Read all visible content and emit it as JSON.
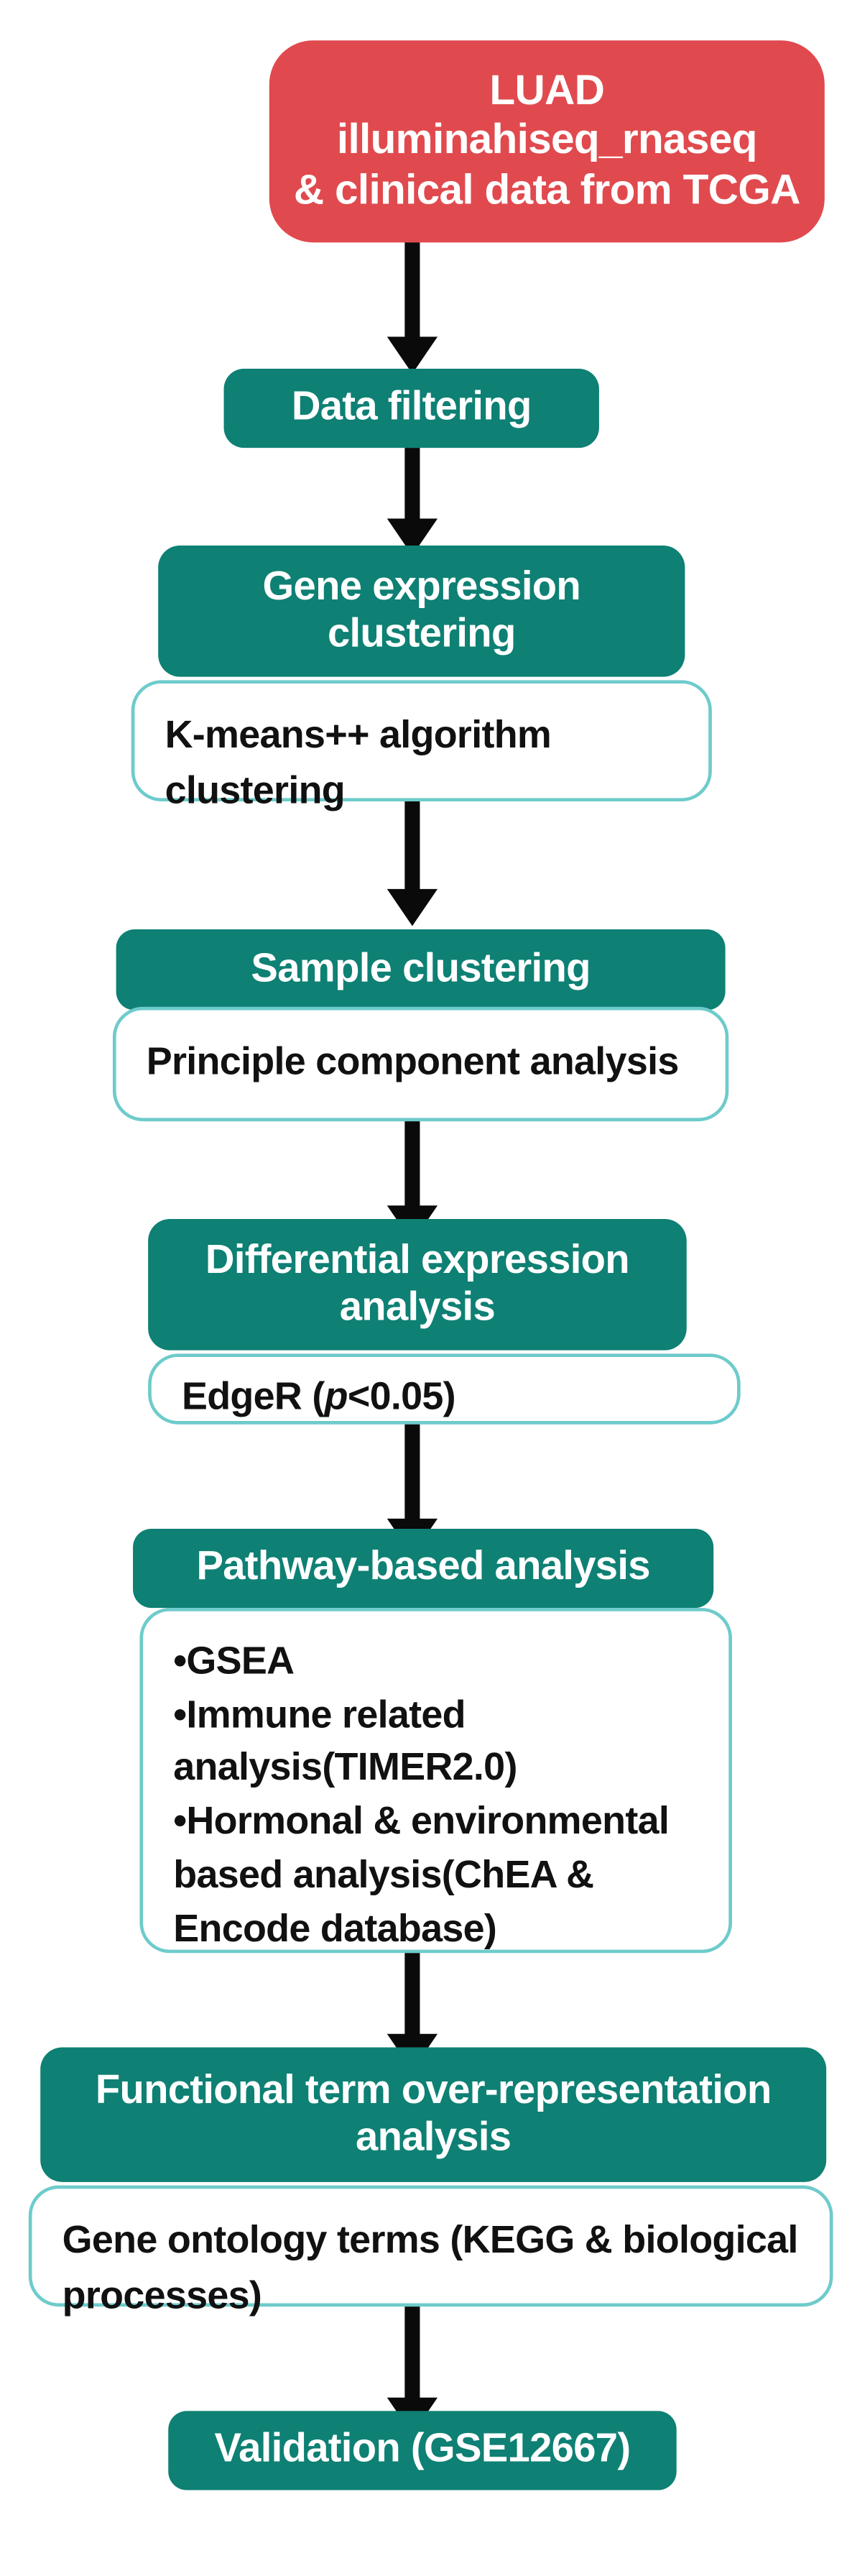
{
  "diagram": {
    "title": "LUAD transcriptomic analysis workflow",
    "colors": {
      "source_box": "#e04a4e",
      "process_box": "#0e8074",
      "detail_box_border": "#6ecbcb",
      "detail_box_fill": "#ffffff",
      "arrow": "#0a0a0a",
      "head_text": "#ffffff",
      "detail_text": "#111111"
    },
    "nodes": [
      {
        "id": "source",
        "kind": "source",
        "label": "LUAD illuminahiseq_rnaseq & clinical data from TCGA",
        "line1": "LUAD illuminahiseq_rnaseq",
        "line2": "& clinical data from TCGA"
      },
      {
        "id": "data-filtering",
        "kind": "process",
        "label": "Data filtering"
      },
      {
        "id": "gene-expression-clustering",
        "kind": "process",
        "label": "Gene expression clustering",
        "line1": "Gene expression",
        "line2": "clustering",
        "detail": "K-means++ algorithm clustering"
      },
      {
        "id": "sample-clustering",
        "kind": "process",
        "label": "Sample clustering",
        "detail": "Principle component analysis"
      },
      {
        "id": "differential-expression-analysis",
        "kind": "process",
        "label": "Differential expression analysis",
        "line1": "Differential expression",
        "line2": "analysis",
        "detail_prefix": "EdgeR (",
        "detail_italic": "p",
        "detail_suffix": "<0.05)"
      },
      {
        "id": "pathway-based-analysis",
        "kind": "process",
        "label": "Pathway-based analysis",
        "detail_bullets": [
          "•GSEA",
          "•Immune related analysis(TIMER2.0)",
          "•Hormonal & environmental based analysis(ChEA & Encode database)"
        ]
      },
      {
        "id": "functional-term-over-representation-analysis",
        "kind": "process",
        "label": "Functional term over-representation analysis",
        "line1": "Functional term over-representation",
        "line2": "analysis",
        "detail": "Gene ontology terms (KEGG & biological processes)"
      },
      {
        "id": "validation",
        "kind": "process",
        "label": "Validation (GSE12667)"
      }
    ]
  }
}
